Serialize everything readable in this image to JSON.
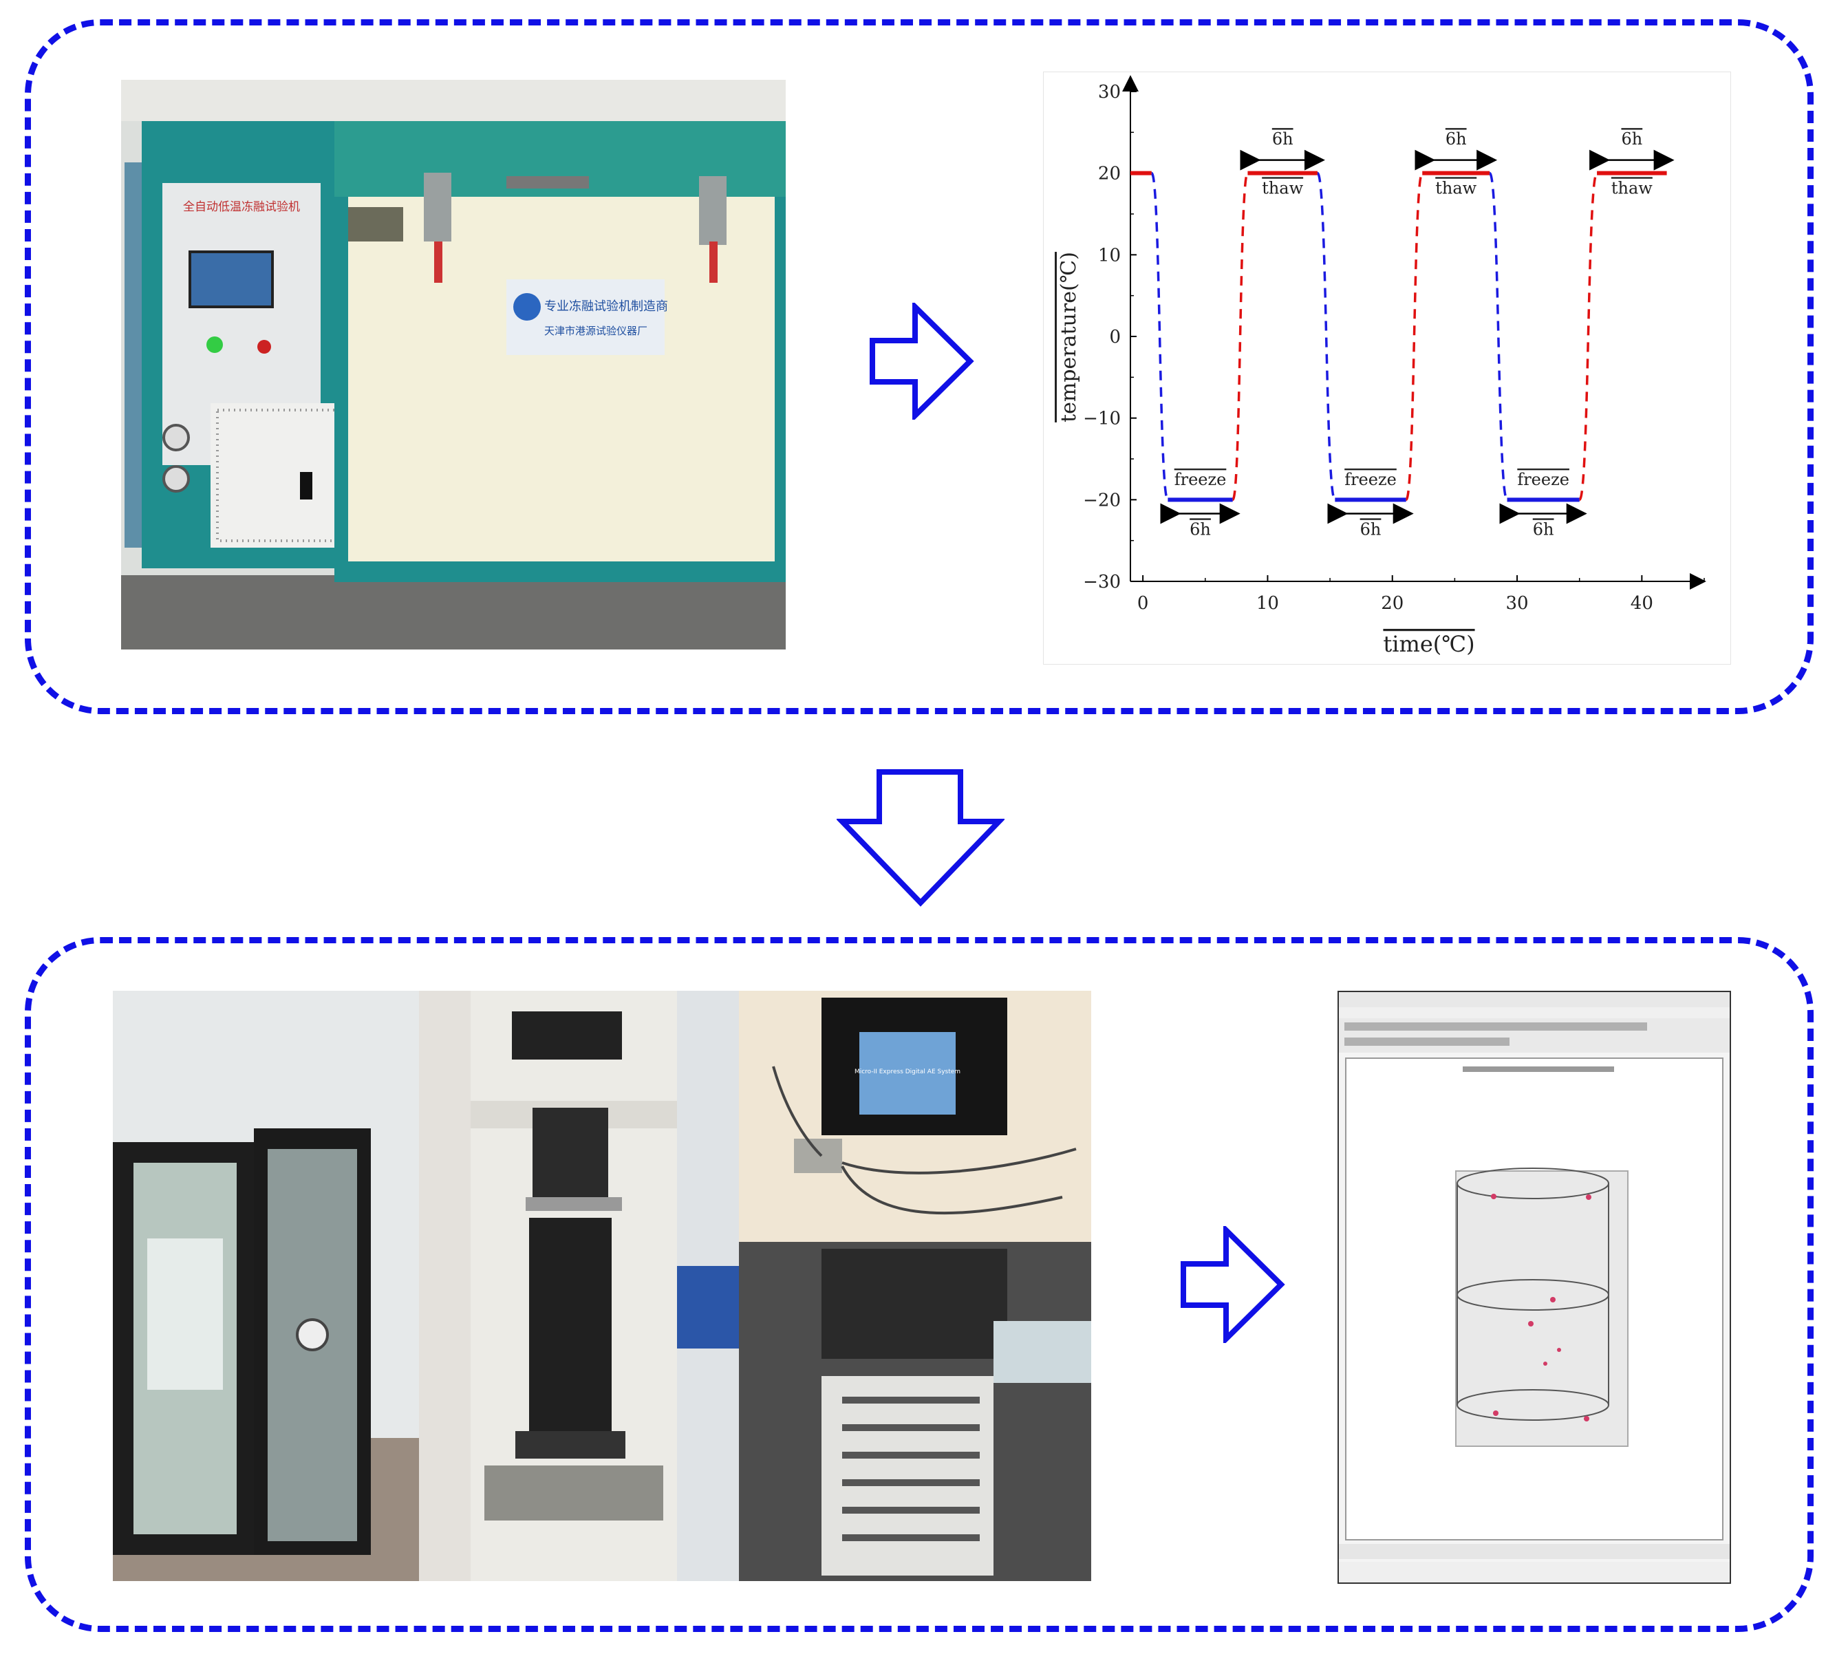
{
  "colors": {
    "accent": "#1010e6",
    "thaw": "#e01010",
    "freeze": "#1a1ae0"
  },
  "chart_data": {
    "type": "line",
    "ylabel": "temperature(℃)",
    "xlabel": "time(℃)",
    "xlim": [
      0,
      45
    ],
    "ylim": [
      -30,
      30
    ],
    "xticks": [
      "0",
      "10",
      "20",
      "30",
      "40"
    ],
    "yticks": [
      "30",
      "20",
      "10",
      "0",
      "−10",
      "−20",
      "−30"
    ],
    "series": [
      {
        "x": [
          -1,
          0.7,
          2.0,
          7.2,
          8.4,
          14.0,
          15.4,
          21.1,
          22.4,
          27.8,
          29.2,
          35.0,
          36.4,
          42
        ],
        "y": [
          20,
          20,
          -20,
          -20,
          20,
          20,
          -20,
          -20,
          20,
          20,
          -20,
          -20,
          20,
          20
        ]
      }
    ],
    "annotations": {
      "thaw_label": "thaw",
      "freeze_label": "freeze",
      "duration_label": "6h"
    }
  },
  "photos": {
    "freeze_machine": {
      "panel_title": "全自动低温冻融试验机",
      "logo_text": "专业冻融试验机制造商",
      "maker": "天津市港源试验仪器厂"
    },
    "monitor": {
      "screen_text": "Micro-II Express Digital AE System"
    }
  }
}
